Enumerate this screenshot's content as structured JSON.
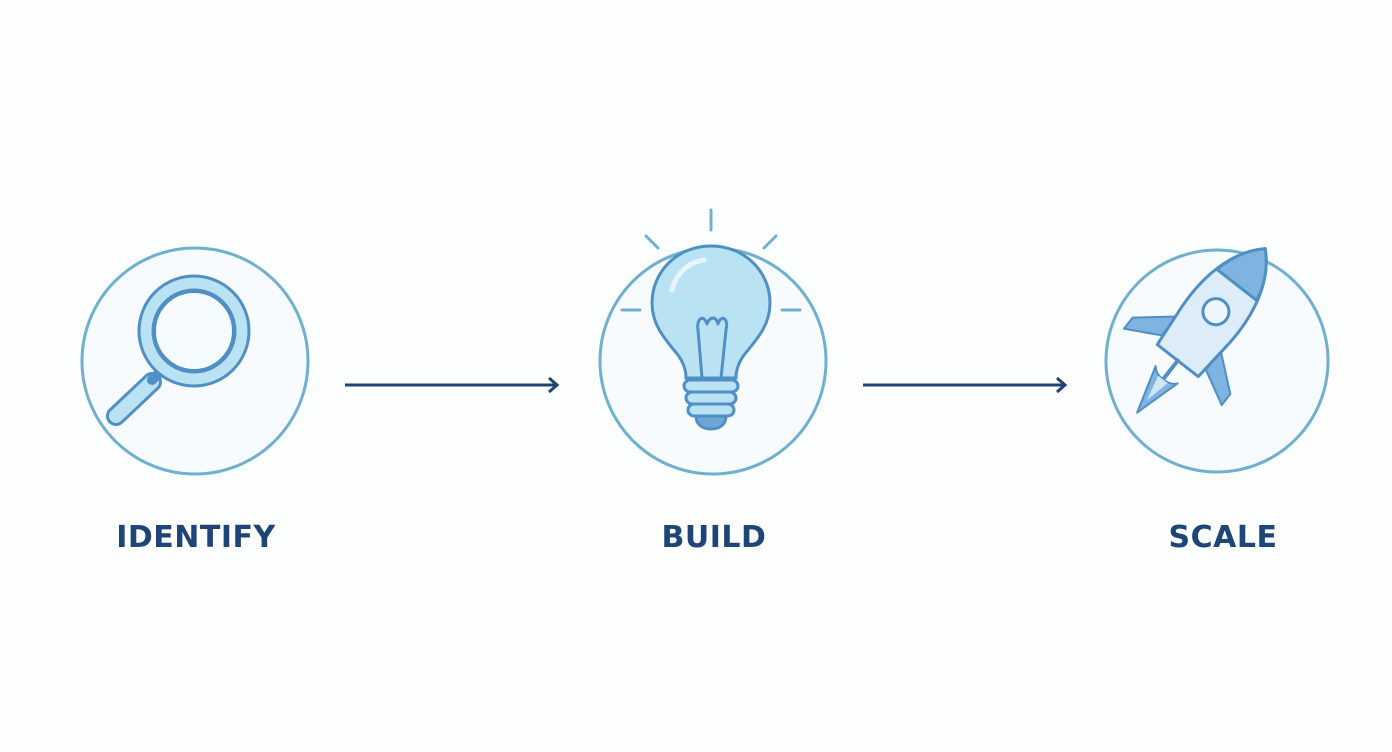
{
  "colors": {
    "background": "#fdfefe",
    "circle_stroke": "#6fb0cf",
    "icon_stroke": "#4f8fc4",
    "icon_fill": "#b9e2f3",
    "arrow": "#1f4470",
    "label_text": "#1e4576"
  },
  "steps": [
    {
      "label": "IDENTIFY",
      "icon": "magnifying-glass-icon"
    },
    {
      "label": "BUILD",
      "icon": "lightbulb-icon"
    },
    {
      "label": "SCALE",
      "icon": "rocket-icon"
    }
  ],
  "connectors": [
    "arrow-right",
    "arrow-right"
  ]
}
